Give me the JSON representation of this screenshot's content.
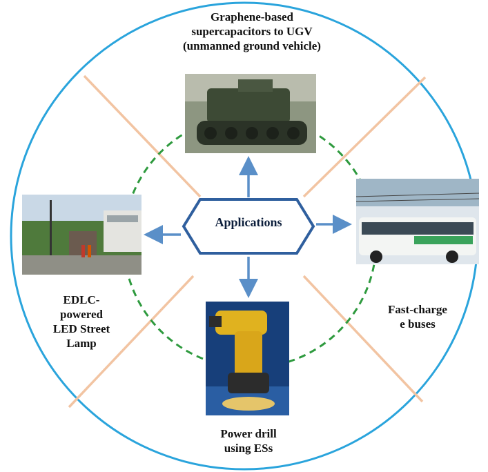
{
  "center": {
    "label": "Applications"
  },
  "applications": [
    {
      "id": "ugv",
      "label": "Graphene-based supercapacitors to UGV (unmanned ground vehicle)",
      "lines": [
        "Graphene-based",
        "supercapacitors to UGV",
        "(unmanned ground vehicle)"
      ]
    },
    {
      "id": "bus",
      "label": "Fast-charge e buses",
      "lines": [
        "Fast-charge",
        "e buses"
      ]
    },
    {
      "id": "drill",
      "label": "Power drill using ESs",
      "lines": [
        "Power drill",
        "using ESs"
      ]
    },
    {
      "id": "lamp",
      "label": "EDLC-powered LED Street Lamp",
      "lines": [
        "EDLC-",
        "powered",
        "LED Street",
        "Lamp"
      ]
    }
  ],
  "colors": {
    "outer_circle": "#2aa4dc",
    "spokes": "#f2c4a2",
    "dashed_circle": "#2e9a3e",
    "hexagon_stroke": "#2f5f9e",
    "arrows": "#5a8fc8"
  }
}
